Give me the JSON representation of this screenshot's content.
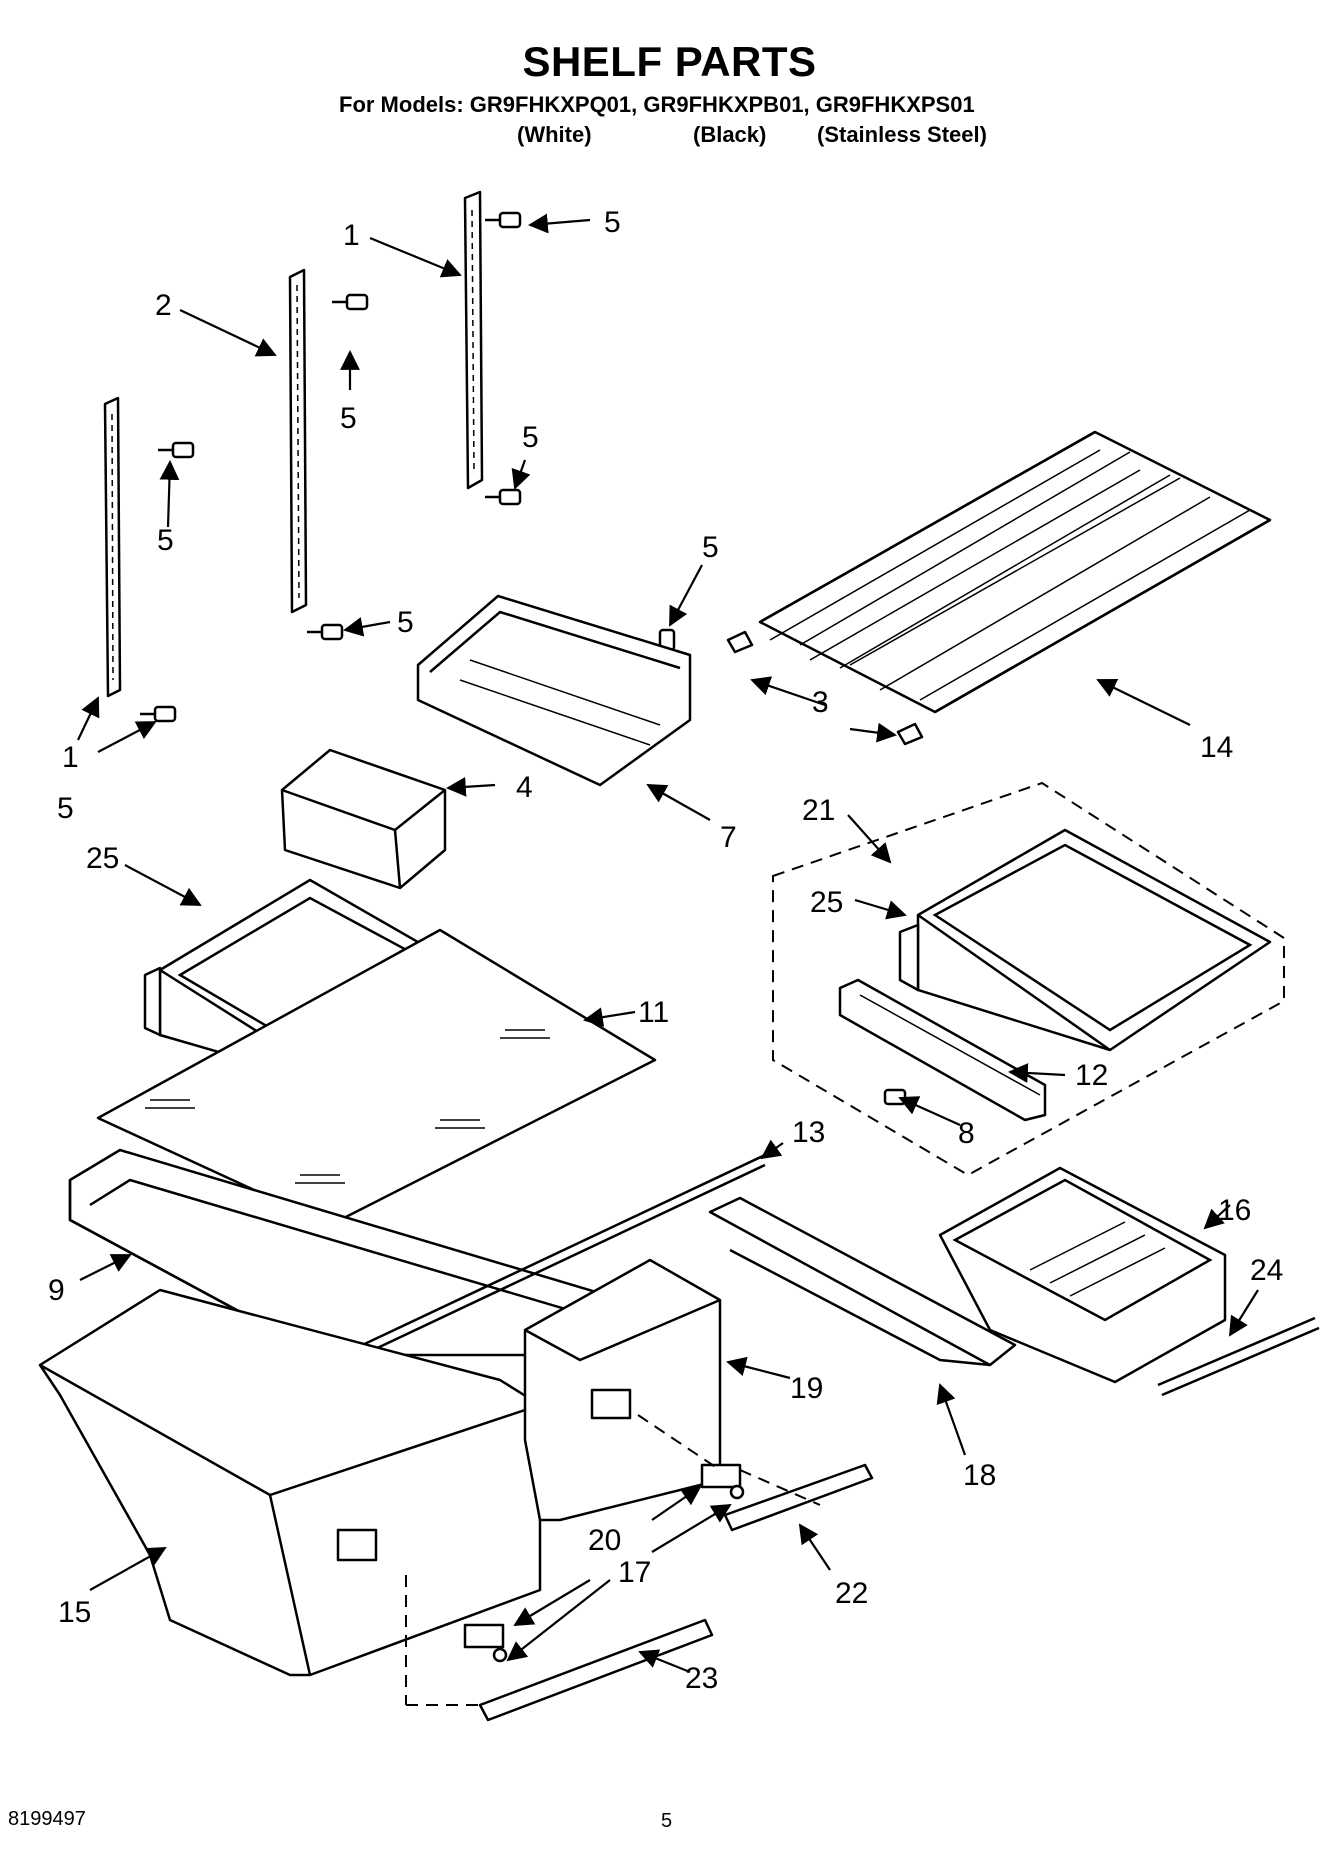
{
  "title": "SHELF PARTS",
  "models_line": "For Models: GR9FHKXPQ01, GR9FHKXPB01, GR9FHKXPS01",
  "variants": [
    "(White)",
    "(Black)",
    "(Stainless Steel)"
  ],
  "footer": {
    "doc_number": "8199497",
    "page_number": "5"
  },
  "callouts": {
    "c1a": "1",
    "c1b": "1",
    "c2": "2",
    "c3": "3",
    "c4": "4",
    "c7": "7",
    "c8": "8",
    "c9": "9",
    "c11": "11",
    "c12": "12",
    "c13": "13",
    "c14": "14",
    "c15": "15",
    "c16": "16",
    "c17": "17",
    "c18": "18",
    "c19": "19",
    "c20": "20",
    "c21": "21",
    "c22": "22",
    "c23": "23",
    "c24": "24",
    "c25a": "25",
    "c25b": "25",
    "c5a": "5",
    "c5b": "5",
    "c5c": "5",
    "c5d": "5",
    "c5e": "5",
    "c5f": "5",
    "c5g": "5"
  }
}
